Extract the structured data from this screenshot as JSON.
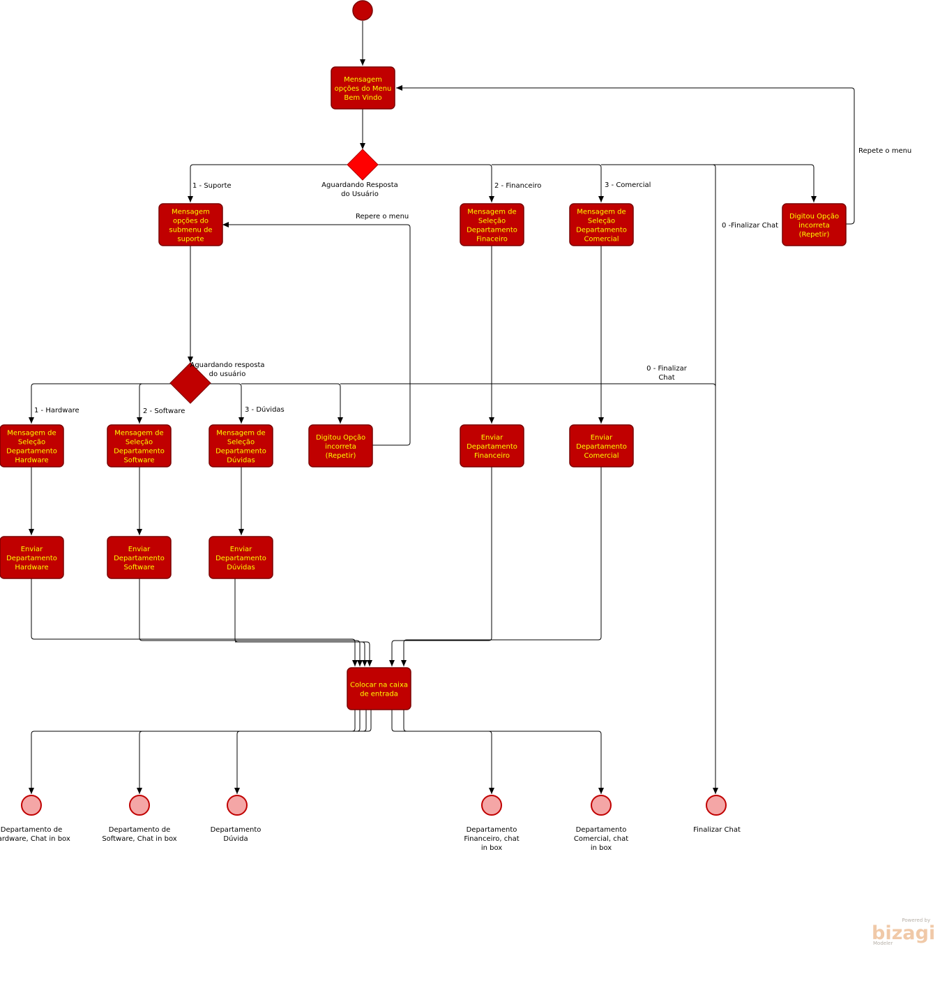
{
  "nodes": {
    "menu_welcome": "Mensagem\nopções do Menu\nBem Vindo",
    "submenu_support": "Mensagem\nopções do\nsubmenu de\nsuporte",
    "sel_financial": "Mensagem de\nSeleção\nDepartamento\nFinaceiro",
    "sel_commercial": "Mensagem de\nSeleção\nDepartamento\nComercial",
    "wrong_option_main": "Digitou Opção\nincorreta\n(Repetir)",
    "sel_hardware": "Mensagem de\nSeleção\nDepartamento\nHardware",
    "sel_software": "Mensagem de\nSeleção\nDepartamento\nSoftware",
    "sel_doubts": "Mensagem de\nSeleção\nDepartamento\nDúvidas",
    "wrong_option_sub": "Digitou Opção\nincorreta\n(Repetir)",
    "send_financial": "Enviar\nDepartamento\nFinanceiro",
    "send_commercial": "Enviar\nDepartamento\nComercial",
    "send_hardware": "Enviar\nDepartamento\nHardware",
    "send_software": "Enviar\nDepartamento\nSoftware",
    "send_doubts": "Enviar\nDepartamento\nDúvidas",
    "inbox": "Colocar na caixa\nde entrada"
  },
  "gateways": {
    "main_wait": "Aguardando Resposta\ndo Usuário",
    "sub_wait": "Aguardando resposta\ndo usuário"
  },
  "edge_labels": {
    "support": "1 - Suporte",
    "financial": "2 - Financeiro",
    "commercial": "3 - Comercial",
    "finish_main": "0 -Finalizar Chat",
    "repeat_menu_main": "Repete o menu",
    "repeat_menu_sub": "Repere o menu",
    "hardware": "1 - Hardware",
    "software": "2 - Software",
    "doubts": "3 - Dúvidas",
    "finish_sub": "0 - Finalizar\nChat"
  },
  "end_events": {
    "end_hardware": "Departamento de\nHardware, Chat in box",
    "end_software": "Departamento de\nSoftware, Chat in box",
    "end_doubt": "Departamento\nDúvida",
    "end_financial": "Departamento\nFinanceiro, chat\nin box",
    "end_commercial": "Departamento\nComercial, chat\nin box",
    "end_finish": "Finalizar Chat"
  },
  "brand": {
    "powered_by": "Powered by",
    "name": "bizagi",
    "product": "Modeler"
  },
  "colors": {
    "task_fill": "#c00000",
    "task_stroke": "#7a0000",
    "task_text": "#ffff00",
    "gateway_main": "#ff0000",
    "gateway_sub": "#c00000",
    "start_fill": "#c00000",
    "end_fill": "#f4a6a6",
    "end_stroke": "#c00000",
    "line": "#000000"
  }
}
